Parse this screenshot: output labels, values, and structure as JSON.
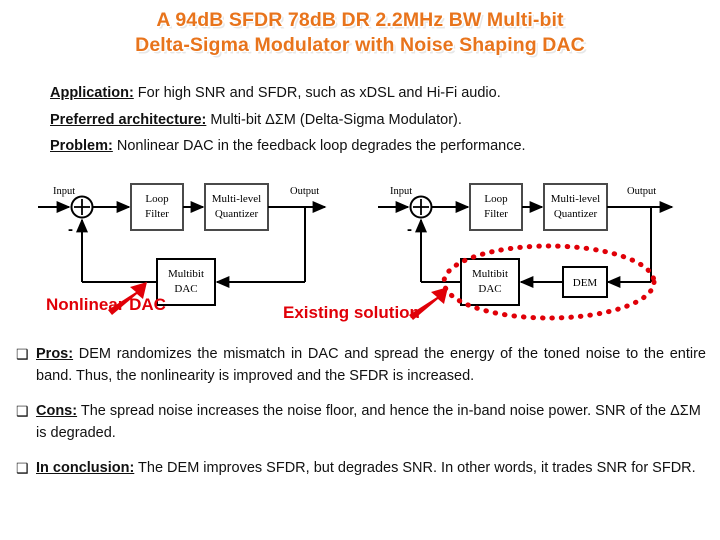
{
  "title": {
    "text": "A 94dB SFDR 78dB DR 2.2MHz BW Multi-bit\nDelta-Sigma Modulator with Noise Shaping DAC",
    "color": "#E8741C"
  },
  "intro": [
    {
      "lead": "Application:",
      "body": " For high SNR and SFDR, such as xDSL and Hi-Fi audio."
    },
    {
      "lead": "Preferred architecture:",
      "body": " Multi-bit ΔΣM (Delta-Sigma Modulator)."
    },
    {
      "lead": "Problem:",
      "body": " Nonlinear DAC in the feedback loop degrades the performance."
    }
  ],
  "diagrams": {
    "left": {
      "input_label": "Input",
      "output_label": "Output",
      "minus_sign": "-",
      "sum_symbol": "⊕",
      "blocks": {
        "loop_filter": {
          "line1": "Loop",
          "line2": "Filter"
        },
        "quantizer": {
          "line1": "Multi-level",
          "line2": "Quantizer"
        },
        "dac": {
          "line1": "Multibit",
          "line2": "DAC"
        }
      }
    },
    "right": {
      "input_label": "Input",
      "output_label": "Output",
      "minus_sign": "-",
      "sum_symbol": "⊕",
      "blocks": {
        "loop_filter": {
          "line1": "Loop",
          "line2": "Filter"
        },
        "quantizer": {
          "line1": "Multi-level",
          "line2": "Quantizer"
        },
        "dac": {
          "line1": "Multibit",
          "line2": "DAC"
        },
        "dem": {
          "line1": "DEM"
        }
      },
      "highlight_color": "#E00008"
    }
  },
  "callouts": [
    {
      "id": "nonlinear",
      "label": "Nonlinear DAC",
      "color": "#E00008"
    },
    {
      "id": "existing",
      "label": "Existing solution",
      "color": "#E00008"
    }
  ],
  "bullets": [
    {
      "marker": "❑",
      "lead": "Pros:",
      "body": " DEM randomizes the mismatch in DAC and spread the energy of the toned noise to the entire band. Thus, the nonlinearity is improved and the SFDR is increased."
    },
    {
      "marker": "❑",
      "lead": "Cons:",
      "body": " The spread noise increases the noise floor, and hence the in-band noise power. SNR of the ΔΣM is degraded."
    },
    {
      "marker": "❑",
      "lead": "In conclusion:",
      "body": " The DEM improves SFDR, but degrades SNR. In other words, it trades SNR for SFDR."
    }
  ]
}
